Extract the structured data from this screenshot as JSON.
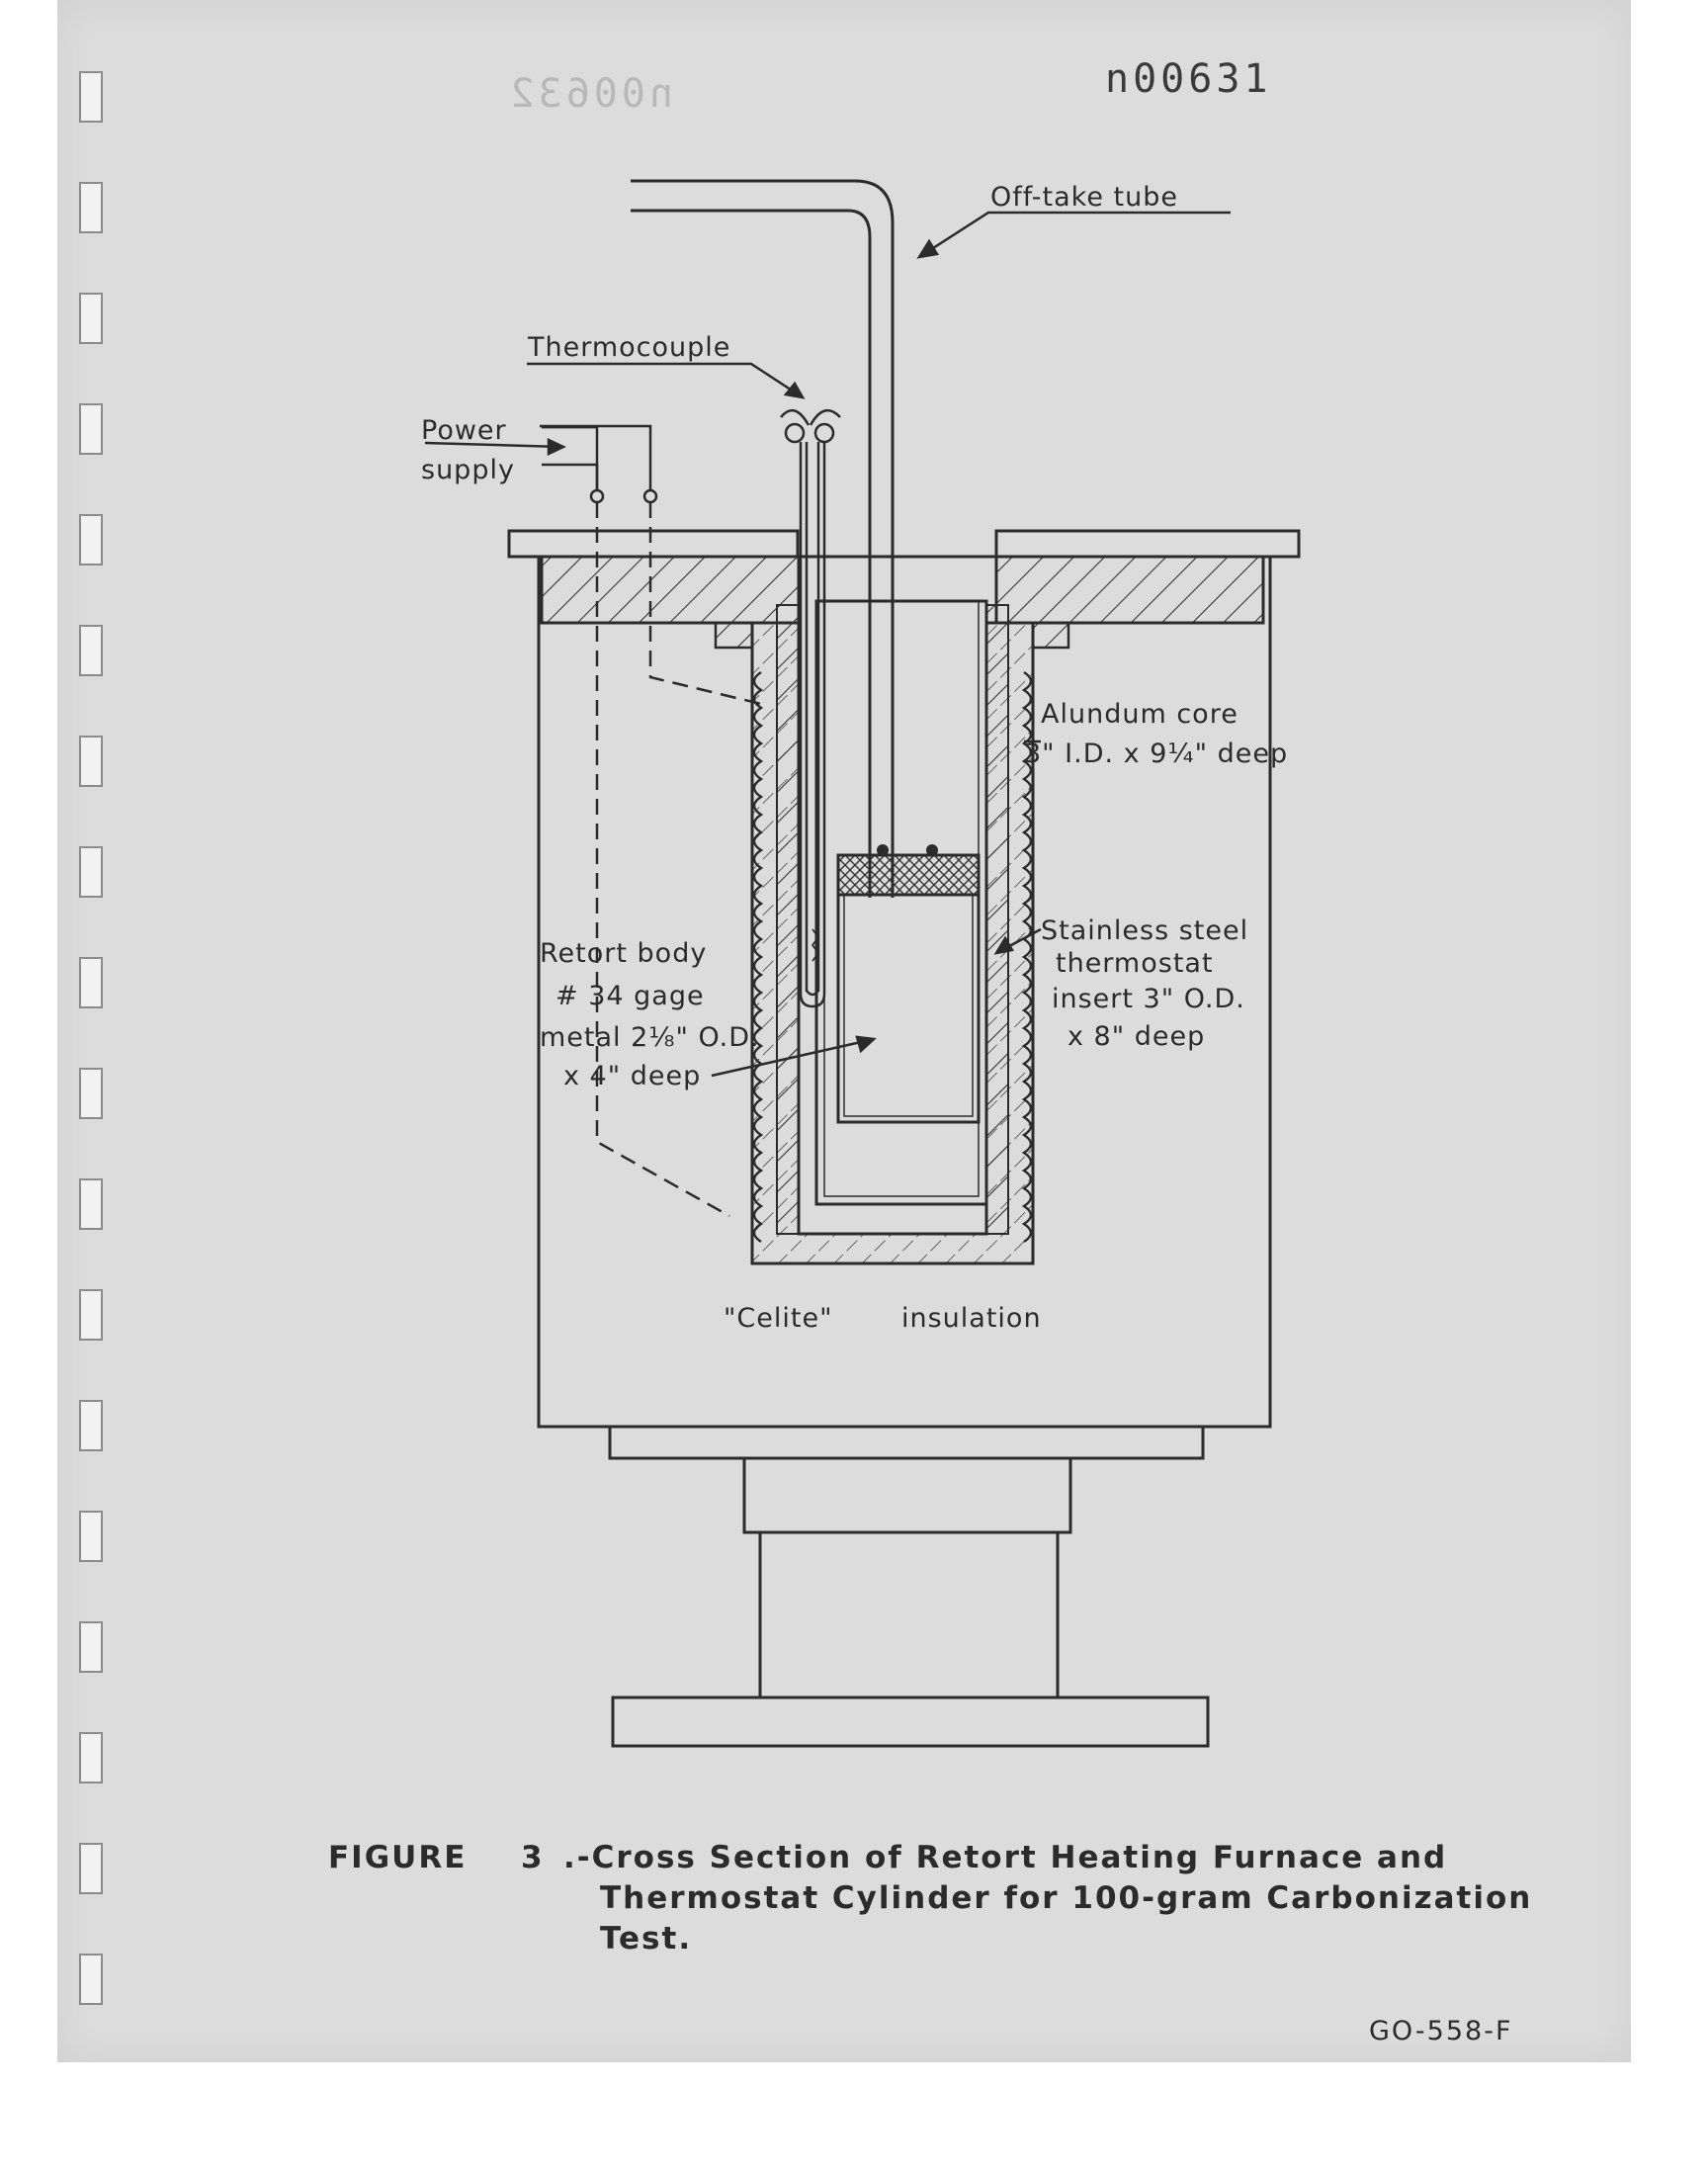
{
  "document": {
    "stamp_number": "n00631",
    "ghost_stamp": "n00632",
    "document_code": "GO-558-F"
  },
  "labels": {
    "offtake": "Off-take tube",
    "thermocouple": "Thermocouple",
    "power_line1": "Power",
    "power_line2": "supply",
    "alundum_line1": "Alundum core",
    "alundum_line2": "3\" I.D. x 9¼\" deep",
    "stainless_line1": "Stainless steel",
    "stainless_line2": "thermostat",
    "stainless_line3": "insert 3\" O.D.",
    "stainless_line4": "x 8\" deep",
    "retort_line1": "Retort body",
    "retort_line2": "# 34 gage",
    "retort_line3": "metal 2⅛\" O.D.",
    "retort_line4": "x 4\" deep",
    "celite_quoted": "\"Celite\"",
    "celite_word": "insulation"
  },
  "caption": {
    "prefix": "FIGURE",
    "number": "3",
    "line1": ".-Cross Section of Retort Heating Furnace and",
    "line2": "Thermostat Cylinder for 100-gram Carbonization",
    "line3": "Test."
  },
  "colors": {
    "paper": "#dcdcdc",
    "ink": "#2b2b2b"
  }
}
